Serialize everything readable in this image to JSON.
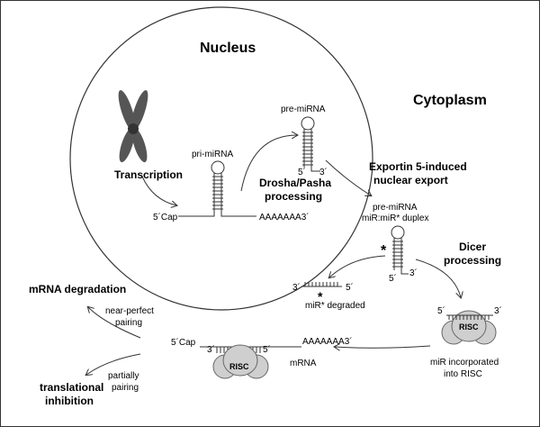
{
  "labels": {
    "nucleus": "Nucleus",
    "cytoplasm": "Cytoplasm",
    "pri_mirna": "pri-miRNA",
    "pre_mirna_top": "pre-miRNA",
    "transcription": "Transcription",
    "drosha_1": "Drosha/Pasha",
    "drosha_2": "processing",
    "cap_5_top": "5´Cap",
    "polya_top": "AAAAAAA3´",
    "five_prime_pre": "5´",
    "three_prime_pre": "3´",
    "exportin_1": "Exportin 5-induced",
    "exportin_2": "nuclear export",
    "pre_mirna_cyto": "pre-miRNA",
    "duplex": "miR:miR* duplex",
    "star_duplex": "*",
    "five_prime_cyto": "5´",
    "three_prime_cyto": "3´",
    "dicer_1": "Dicer",
    "dicer_2": "processing",
    "degraded_3": "3´",
    "degraded_5": "5´",
    "degraded_star": "*",
    "mir_degraded": "miR* degraded",
    "risc_5": "5´",
    "risc_3": "3´",
    "risc_label_right": "RISC",
    "mir_incorp_1": "miR incorporated",
    "mir_incorp_2": "into RISC",
    "mrna_degradation": "mRNA degradation",
    "near_perfect_1": "near-perfect",
    "near_perfect_2": "pairing",
    "cap_5_mrna": "5´Cap",
    "polya_mrna": "AAAAAAA3´",
    "mrna_3": "3´",
    "mrna_5": "5´",
    "risc_label_left": "RISC",
    "mrna": "mRNA",
    "partially_1": "partially",
    "partially_2": "pairing",
    "transl_1": "translational",
    "transl_2": "inhibition"
  },
  "colors": {
    "chromosome": "#555555",
    "risc_fill": "#cfcfcf",
    "line": "#333333"
  }
}
